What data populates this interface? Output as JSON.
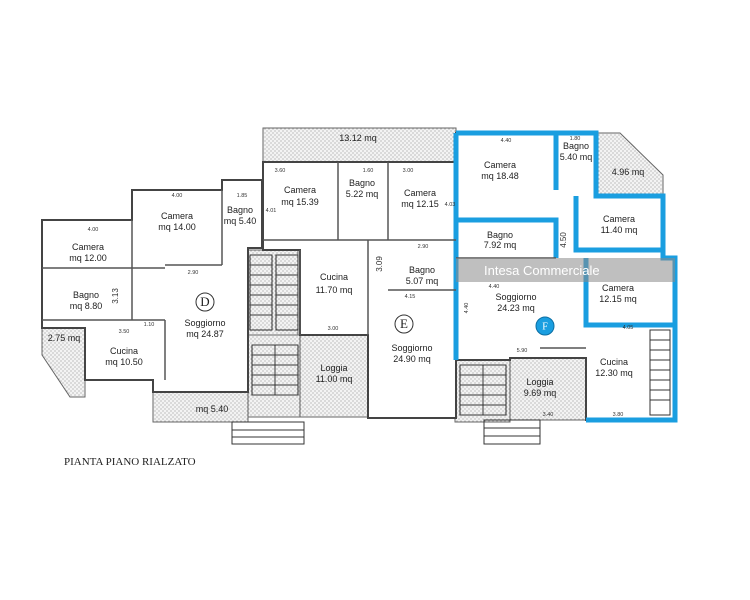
{
  "title": "PIANTA PIANO RIALZATO",
  "watermark": "Intesa Commerciale",
  "unit_letters": [
    "D",
    "E",
    "F"
  ],
  "rooms": {
    "terrace_top": "13.12 mq",
    "camera_1_name": "Camera",
    "camera_1_area": "mq 15.39",
    "bagno_1_name": "Bagno",
    "bagno_1_area": "5.22 mq",
    "camera_2_name": "Camera",
    "camera_2_area": "mq 12.15",
    "camera_3_name": "Camera",
    "camera_3_area": "mq 14.00",
    "bagno_2_name": "Bagno",
    "bagno_2_area": "mq 5.40",
    "camera_4_name": "Camera",
    "camera_4_area": "mq 12.00",
    "bagno_3_name": "Bagno",
    "bagno_3_area": "mq 8.80",
    "balcony_small": "2.75 mq",
    "cucina_1_name": "Cucina",
    "cucina_1_area": "mq 10.50",
    "soggiorno_d_name": "Soggiorno",
    "soggiorno_d_area": "mq 24.87",
    "terrace_bottom": "mq 5.40",
    "cucina_2_name": "Cucina",
    "cucina_2_area": "11.70 mq",
    "bagno_4_name": "Bagno",
    "bagno_4_area": "5.07 mq",
    "loggia_1_name": "Loggia",
    "loggia_1_area": "11.00 mq",
    "soggiorno_e_name": "Soggiorno",
    "soggiorno_e_area": "24.90 mq",
    "camera_5_name": "Camera",
    "camera_5_area": "mq 18.48",
    "bagno_5_name": "Bagno",
    "bagno_5_area": "5.40 mq",
    "terrace_right": "4.96 mq",
    "camera_6_name": "Camera",
    "camera_6_area": "11.40 mq",
    "bagno_6_name": "Bagno",
    "bagno_6_area": "7.92 mq",
    "soggiorno_f_name": "Soggiorno",
    "soggiorno_f_area": "24.23 mq",
    "camera_7_name": "Camera",
    "camera_7_area": "12.15 mq",
    "loggia_2_name": "Loggia",
    "loggia_2_area": "9.69 mq",
    "cucina_3_name": "Cucina",
    "cucina_3_area": "12.30 mq"
  },
  "dimensions": {
    "d_360": "3.60",
    "d_160": "1.60",
    "d_300a": "3.00",
    "d_400a": "4.00",
    "d_185": "1.85",
    "d_401": "4.01",
    "d_400b": "4.00",
    "d_290a": "2.90",
    "d_290b": "2.90",
    "d_350": "3.50",
    "d_110": "1.10",
    "d_313": "3.13",
    "d_440a": "4.40",
    "d_180": "1.80",
    "d_403": "4.03",
    "d_440b": "4.40",
    "d_415": "4.15",
    "d_300b": "3.00",
    "d_405": "4.05",
    "d_450": "4.50",
    "d_590": "5.90",
    "d_340": "3.40",
    "d_380": "3.80",
    "d_440c": "4.40",
    "d_409": "3.09"
  }
}
